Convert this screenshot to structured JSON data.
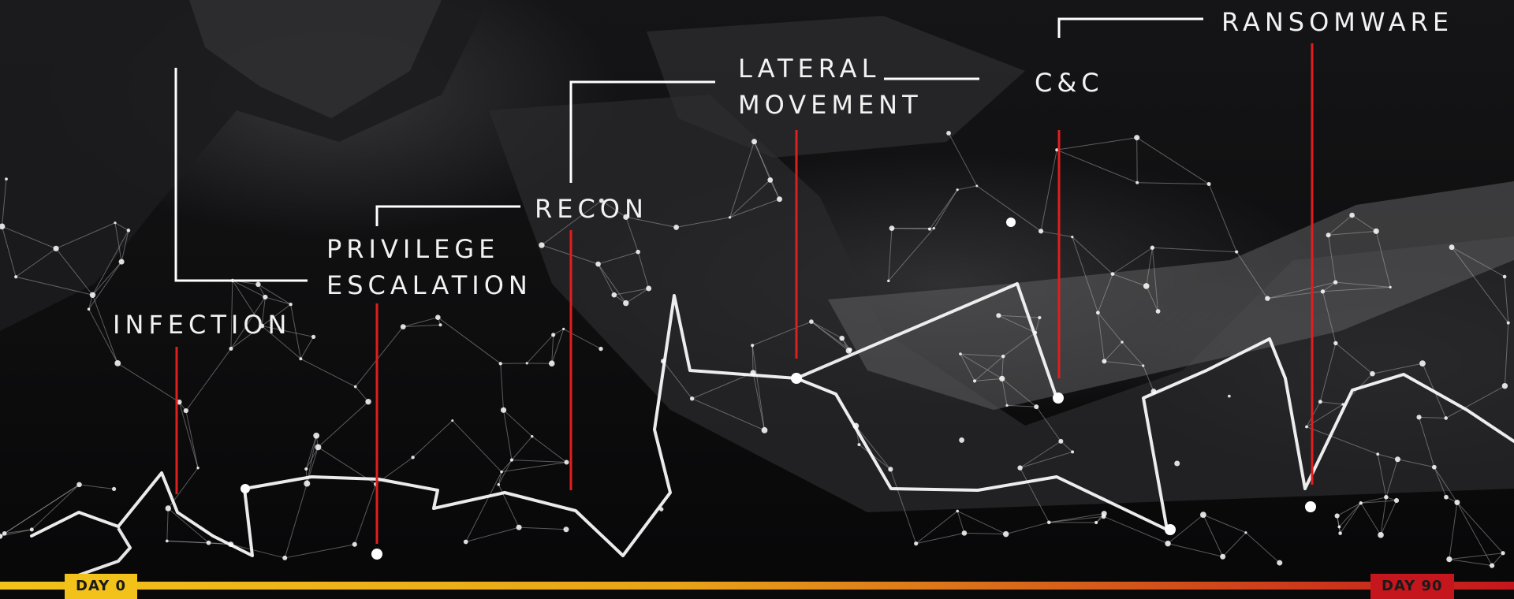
{
  "stages": {
    "infection": {
      "line1": "INFECTION",
      "line2": ""
    },
    "privilege_escalation": {
      "line1": "PRIVILEGE",
      "line2": "ESCALATION"
    },
    "recon": {
      "line1": "RECON",
      "line2": ""
    },
    "lateral_movement": {
      "line1": "LATERAL",
      "line2": "MOVEMENT"
    },
    "command_and_control": {
      "line1": "C&C",
      "line2": ""
    },
    "ransomware": {
      "line1": "RANSOMWARE",
      "line2": ""
    }
  },
  "timeline": {
    "start_label": "DAY 0",
    "end_label": "DAY 90",
    "gradient_colors": [
      "#f2c21a",
      "#e8a318",
      "#d6611a",
      "#c4161c"
    ]
  },
  "colors": {
    "marker_line": "#e01e1e",
    "connector": "#ffffff",
    "label_text": "#f2f2f2",
    "network_bright": "#ffffff",
    "network_faint": "#bdbdbd",
    "start_badge_bg": "#f2c21a",
    "start_badge_text": "#1a1a1a",
    "end_badge_bg": "#c4161c",
    "end_badge_text": "#1a1a1a"
  }
}
